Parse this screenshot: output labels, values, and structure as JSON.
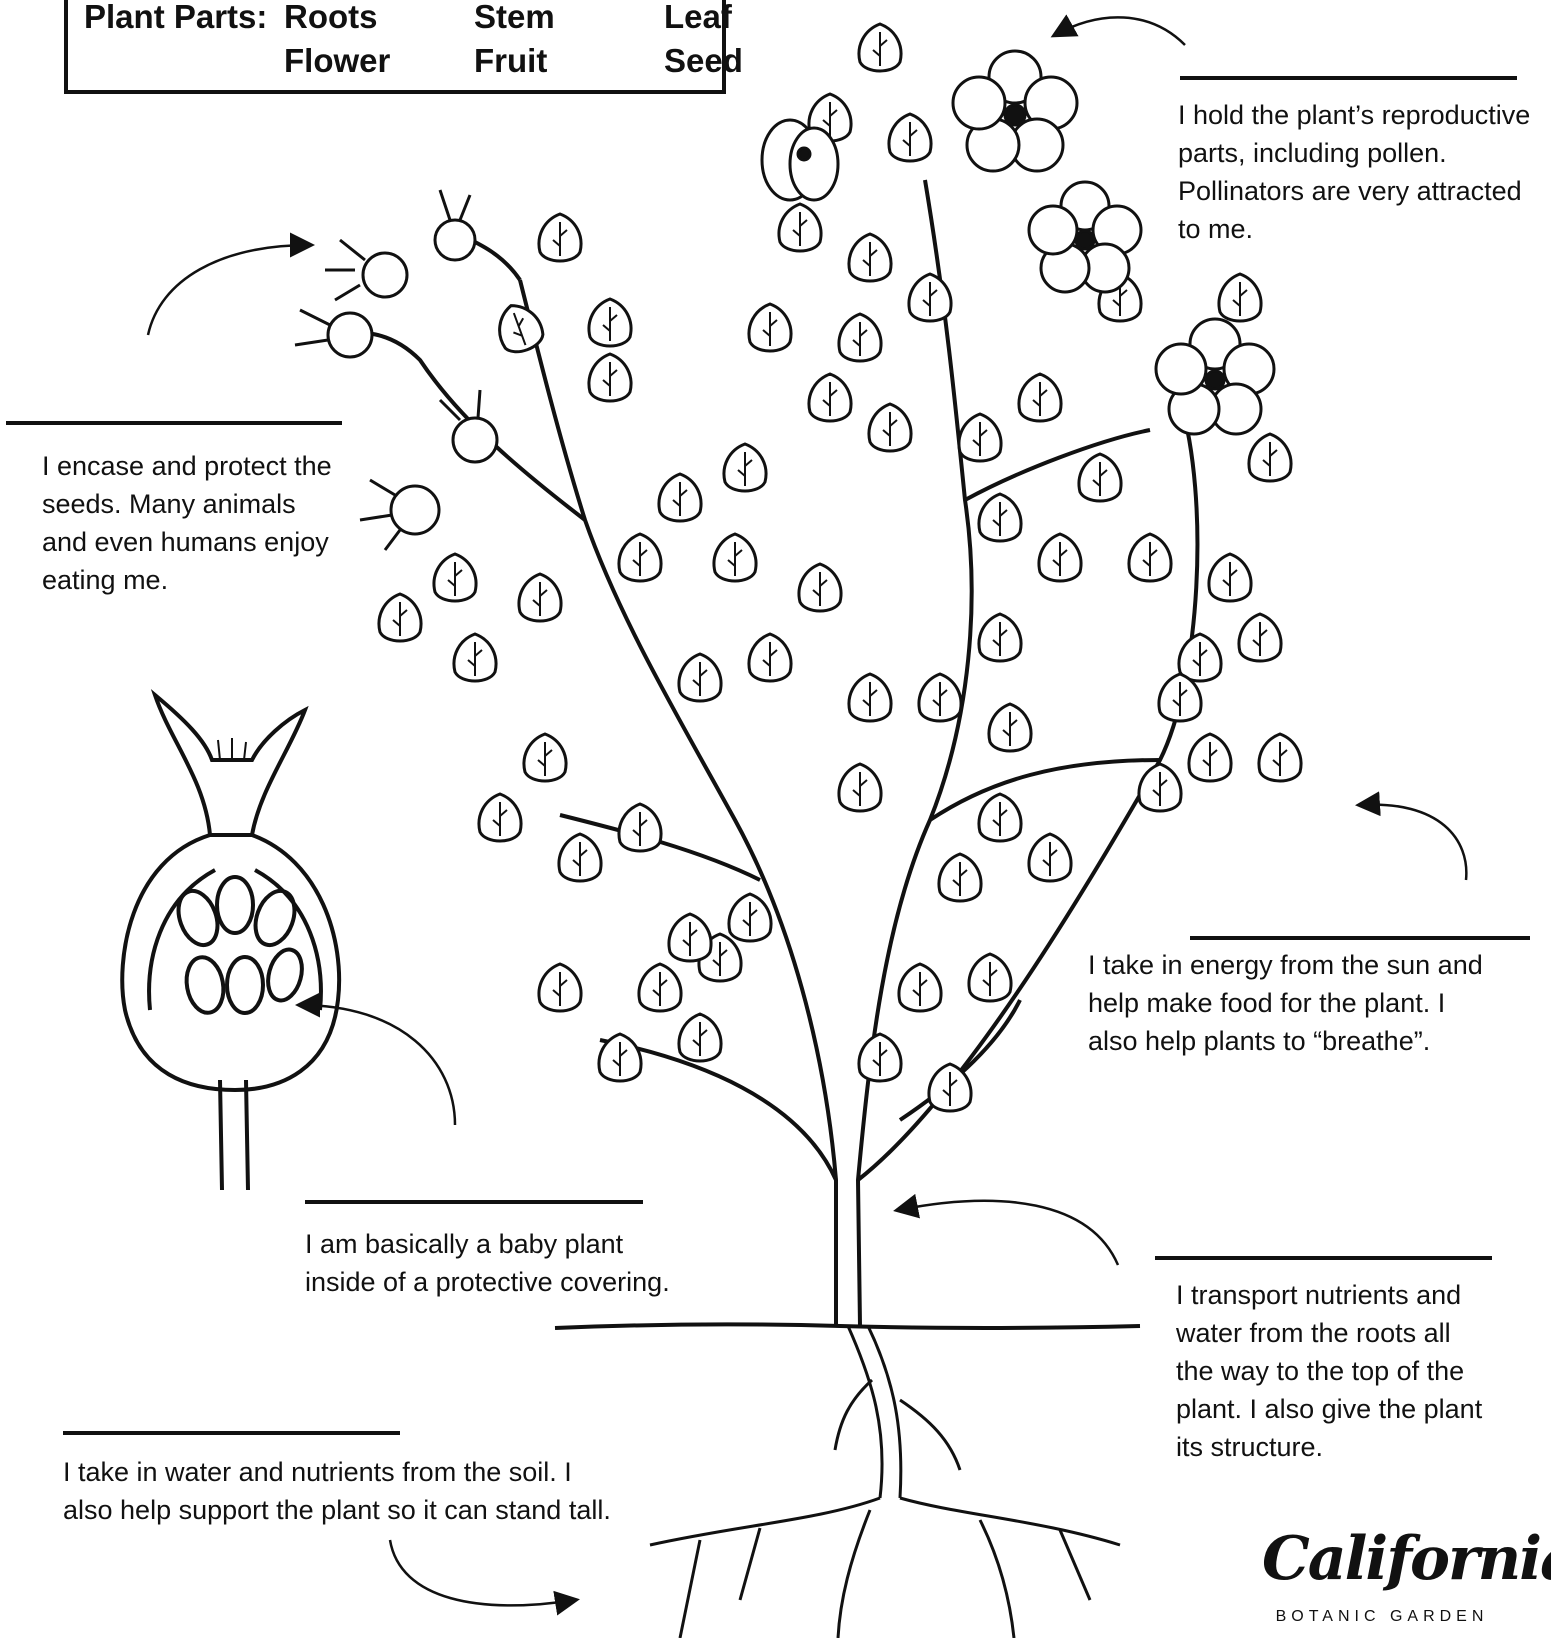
{
  "word_bank": {
    "heading": "Plant Parts:",
    "words": [
      "Roots",
      "Stem",
      "Leaf",
      "Flower",
      "Fruit",
      "Seed"
    ]
  },
  "clues": {
    "flower": [
      "I hold the plant’s reproductive",
      "parts, including pollen.",
      "Pollinators are very attracted",
      "to me."
    ],
    "fruit": [
      "I encase and protect the",
      "seeds. Many animals",
      "and even humans enjoy",
      "eating me."
    ],
    "leaf": [
      "I take in energy from the sun and",
      "help make food for the plant. I",
      "also help plants to “breathe”."
    ],
    "seed": [
      "I am basically a baby plant",
      "inside of a protective covering."
    ],
    "stem": [
      "I transport nutrients and",
      "water from the roots all",
      "the way to the top of the",
      "plant. I also give the plant",
      "its structure."
    ],
    "roots": [
      "I take in water and nutrients from the soil. I",
      "also help support the plant so it can stand tall."
    ]
  },
  "logo": {
    "script": "California",
    "subtitle": "BOTANIC GARDEN"
  },
  "colors": {
    "ink": "#111111",
    "paper": "#ffffff"
  }
}
